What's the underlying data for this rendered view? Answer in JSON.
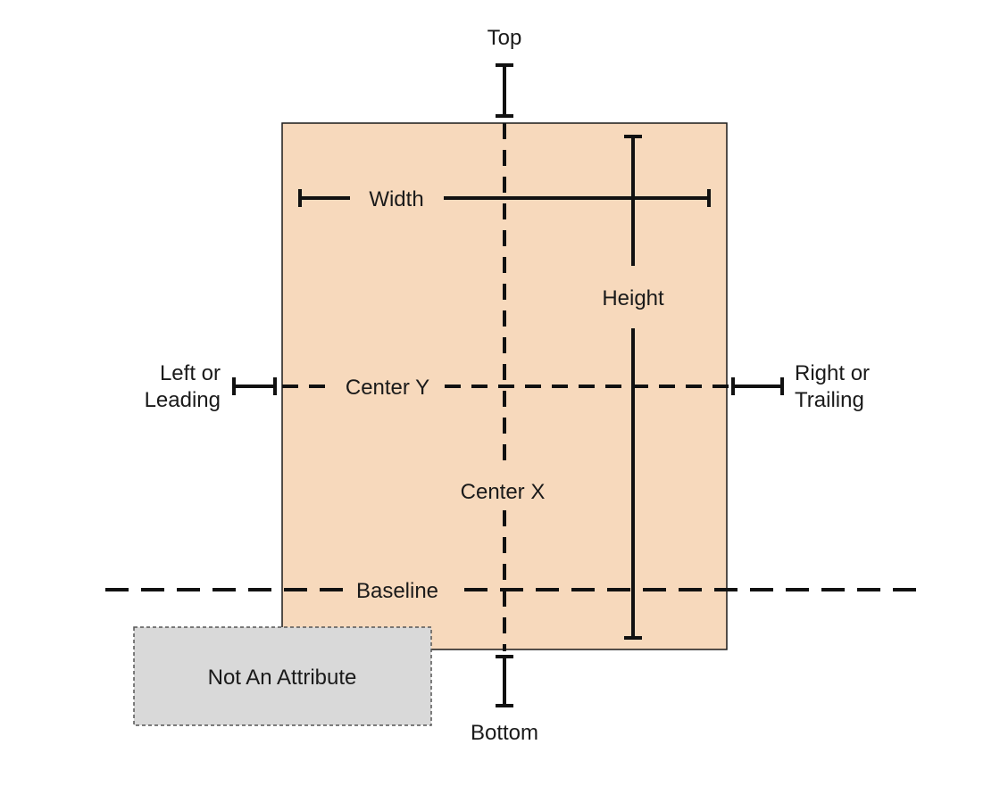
{
  "diagram": {
    "colors": {
      "view_fill": "#f7d9bc",
      "view_stroke": "#1a1a1a",
      "line": "#111111",
      "na_fill": "#d9d9d9",
      "na_stroke": "#555555"
    },
    "labels": {
      "top": "Top",
      "bottom": "Bottom",
      "width": "Width",
      "height": "Height",
      "left_line1": "Left or",
      "left_line2": "Leading",
      "right_line1": "Right or",
      "right_line2": "Trailing",
      "center_y": "Center Y",
      "center_x": "Center X",
      "baseline": "Baseline",
      "not_an_attribute": "Not An Attribute"
    }
  }
}
